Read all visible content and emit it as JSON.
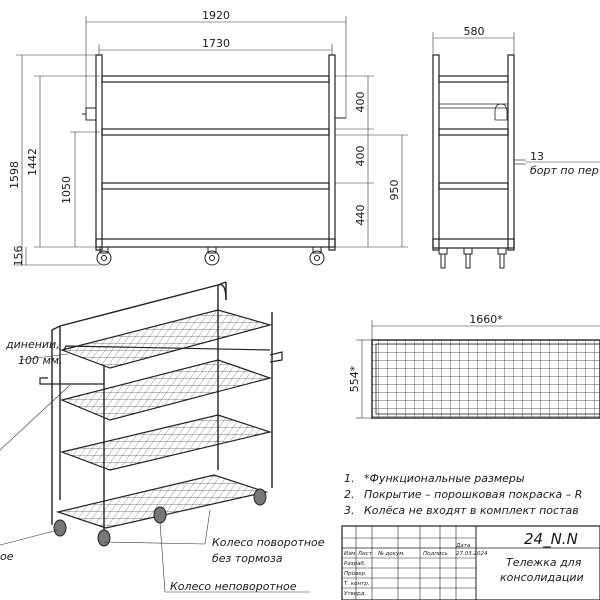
{
  "front_view": {
    "dims": {
      "overall_width": "1920",
      "inner_width": "1730",
      "overall_height": "1598",
      "frame_height": "1442",
      "lower_height": "1050",
      "bottom": "156",
      "shelf_spacing_1": "400",
      "shelf_spacing_2": "400",
      "shelf_spacing_3": "440",
      "side_height": "950"
    }
  },
  "side_view": {
    "width": "580",
    "edge_dim": "13",
    "edge_label": "борт по пер"
  },
  "top_view": {
    "length": "1660*",
    "width": "554*"
  },
  "iso_view": {
    "callout_top_line1": "динении,",
    "callout_top_line2": "100 мм.",
    "callout_swivel_line1": "Колесо поворотное",
    "callout_swivel_line2": "без тормоза",
    "callout_fixed": "Колесо неповоротное",
    "callout_left_cut": "ое"
  },
  "notes": [
    {
      "num": "1.",
      "text": "*Функциональные размеры"
    },
    {
      "num": "2.",
      "text": "Покрытие – порошковая покраска   – R"
    },
    {
      "num": "3.",
      "text": "Колёса не входят в комплект постав"
    }
  ],
  "title_block": {
    "doc_number": "24_N.N",
    "title_line1": "Тележка для",
    "title_line2": "консолидации",
    "header_cols": [
      "Изм.",
      "Лист",
      "№ докум.",
      "Подпись",
      "Дата"
    ],
    "date_value": "27.03.2024",
    "rows": [
      "Разраб.",
      "Провер.",
      "Т. контр.",
      "Утверд."
    ]
  }
}
